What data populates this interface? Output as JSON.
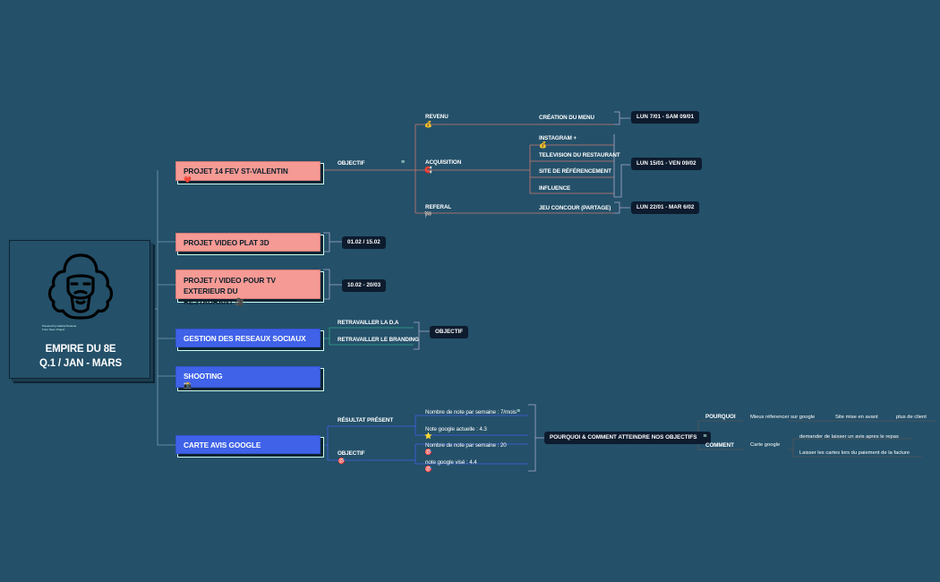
{
  "central": {
    "title_line1": "EMPIRE DU 8E",
    "title_line2": "Q.1 / JAN - MARS",
    "credit": "Powered by Gabriel Pariente\nFrom Noun Project",
    "icon": "bearded-man-icon"
  },
  "topics": {
    "valentin": {
      "label": "PROJET 14 FEV ST-VALENTIN",
      "emoji": "❤️"
    },
    "video_plat": {
      "label": "PROJET VIDEO PLAT 3D"
    },
    "video_tv": {
      "label_line1": "PROJET / VIDEO POUR TV EXTERIEUR DU",
      "label_line2": "RESTAURANT 🎥"
    },
    "reseaux": {
      "label": "GESTION DES RESEAUX SOCIAUX"
    },
    "shooting": {
      "label": "SHOOTING",
      "emoji": "📸"
    },
    "avis": {
      "label": "CARTE AVIS GOOGLE"
    }
  },
  "valentin_branch": {
    "objectif": "OBJECTIF",
    "revenu": "REVENU",
    "revenu_emoji": "💰",
    "creation_menu": "CRÉATION DU MENU",
    "date1": "LUN 7/01 - SAM 09/01",
    "acquisition": "ACQUISITION",
    "acquisition_emoji": "🧲",
    "instagram": "INSTAGRAM +",
    "instagram_emoji": "💰",
    "television": "TELEVISION DU RESTAURANT",
    "site_ref": "SITE DE RÉFÉRENCEMENT",
    "influence": "INFLUENCE",
    "date2": "LUN 15/01 - VEN 09/02",
    "referal": "REFERAL",
    "referal_emoji": "🏁",
    "jeu_concours": "JEU CONCOUR (PARTAGE)",
    "date3": "LUN 22/01 - MAR 6/02"
  },
  "video_plat_date": "01.02 / 15.02",
  "video_tv_date": "10.02 - 20/03",
  "reseaux_branch": {
    "da": "RETRAVAILLER LA D.A",
    "branding": "RETRAVAILLER LE BRANDING",
    "objectif": "OBJECTIF"
  },
  "avis_branch": {
    "resultat": "RÉSULTAT PRÉSENT",
    "nb_notes": "Nombre de note par semaine : 7/mois",
    "note_actuelle": "Note google actuelle : 4.3",
    "note_actuelle_emoji": "⭐",
    "objectif": "OBJECTIF",
    "objectif_emoji": "🎯",
    "nb_notes_obj": "Nombre de note par semaine : 20",
    "nb_notes_obj_emoji": "🎯",
    "note_visee": "note google visé : 4.4",
    "note_visee_emoji": "🎯",
    "pourquoi_comment": "POURQUOI & COMMENT ATTEINDRE NOS OBJECTIFS",
    "pourquoi": "POURQUOI",
    "pourquoi_1": "Mieux réferencer sur google",
    "pourquoi_2": "Site mise en avant",
    "pourquoi_3": "plus de client",
    "comment": "COMMENT",
    "comment_1": "Carte google",
    "comment_2": "demander de laisser un avis apres le repas",
    "comment_3": "Laisser les cartes lors du paiement de la facture"
  },
  "colors": {
    "background": "#245069",
    "pink": "#f59a94",
    "blue": "#3f62e8",
    "pill": "#0d1b2e"
  }
}
